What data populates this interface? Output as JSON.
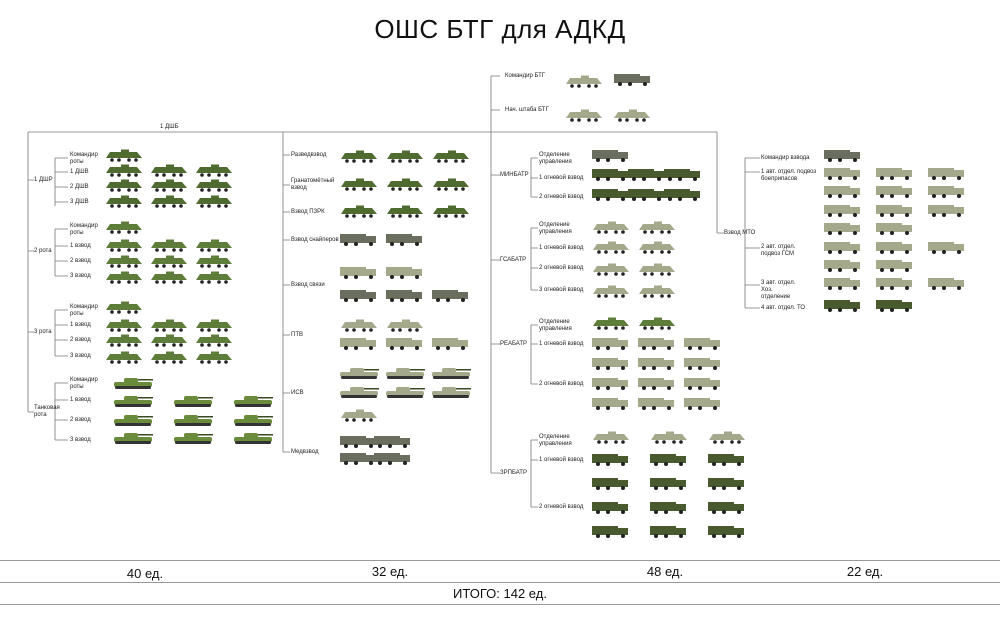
{
  "title": "ОШС БТГ для АДКД",
  "bn_label": "1 ДШБ",
  "hq": [
    "Командир БТГ",
    "Нач. штаба БТГ"
  ],
  "col1": {
    "labels": [
      "Командир роты",
      "1 ДШР",
      "1 ДШВ",
      "2 ДШВ",
      "3 ДШВ",
      "2 рота",
      "Командир роты",
      "1 взвод",
      "2 взвод",
      "3 взвод",
      "3 рота",
      "Командир роты",
      "1 взвод",
      "2 взвод",
      "3 взвод",
      "Командир роты",
      "Танковая рота",
      "1 взвод",
      "2 взвод",
      "3 взвод"
    ]
  },
  "col2": {
    "labels": [
      "Разведвзвод",
      "Гранатомётный взвод",
      "Взвод ПЗРК",
      "Взвод снайперов",
      "Взвод связи",
      "ПТВ",
      "ИСВ",
      "Медвзвод"
    ]
  },
  "col3": {
    "labels": [
      "МИНБАТР",
      "Отделение управления",
      "1 огневой взвод",
      "2 огневой взвод",
      "ГСАБАТР",
      "Отделение управления",
      "1 огневой взвод",
      "2 огневой взвод",
      "3 огневой взвод",
      "РЕАБАТР",
      "Отделение управления",
      "1 огневой взвод",
      "2 огневой взвод",
      "ЗРПБАТР",
      "Отделение управления",
      "1 огневой взвод",
      "2 огневой взвод"
    ]
  },
  "col4": {
    "labels": [
      "Взвод МТО",
      "Командир взвода",
      "1 авт. отдел. подвоз боеприпасов",
      "2 авт. отдел. подвоз ГСМ",
      "3 авт. отдел. Хоз. отделение",
      "4 авт. отдел. ТО"
    ]
  },
  "totals": [
    "40 ед.",
    "32 ед.",
    "48 ед.",
    "22 ед."
  ],
  "grand_total": "ИТОГО: 142 ед.",
  "colors": {
    "apc": "#4f6b2f",
    "ifv": "#5f7d3a",
    "tank": "#6a8a3c",
    "truck": "#6a6e5e",
    "light": "#a3a98a",
    "camo": "#4a5a2f"
  }
}
